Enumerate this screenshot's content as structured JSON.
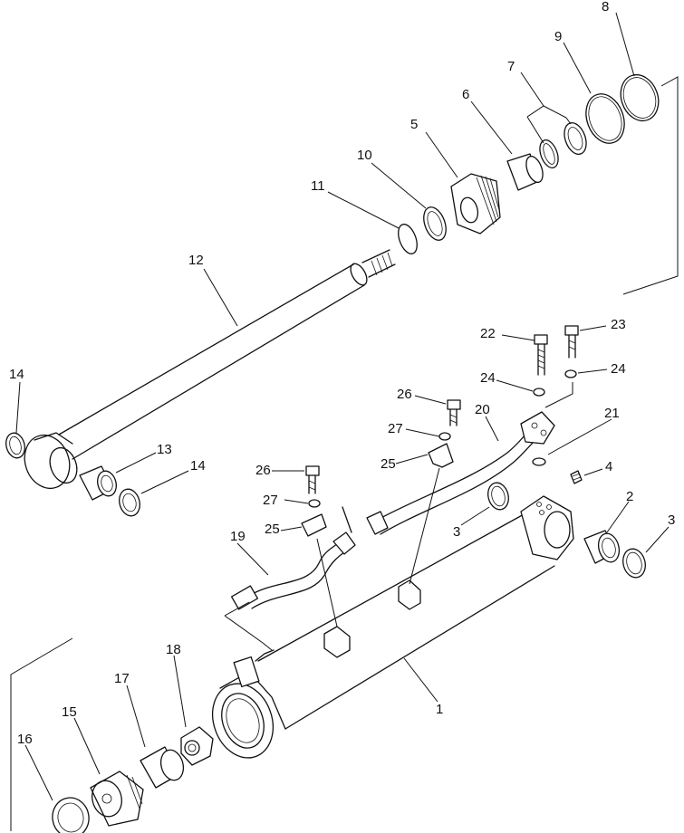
{
  "callouts": [
    "1",
    "2",
    "3",
    "3",
    "4",
    "5",
    "6",
    "7",
    "8",
    "9",
    "10",
    "11",
    "12",
    "13",
    "14",
    "14",
    "15",
    "16",
    "17",
    "18",
    "19",
    "20",
    "21",
    "22",
    "23",
    "24",
    "24",
    "25",
    "25",
    "26",
    "26",
    "27",
    "27"
  ]
}
